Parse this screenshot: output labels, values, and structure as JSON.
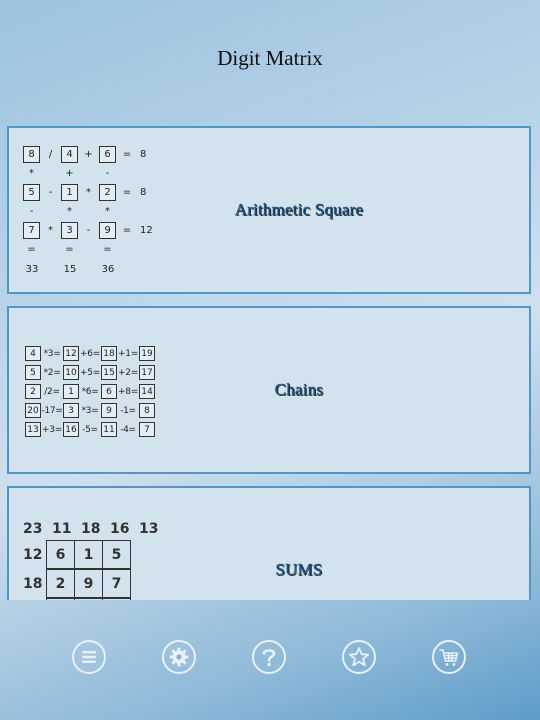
{
  "app": {
    "title": "Digit Matrix"
  },
  "games": [
    {
      "label": "Arithmetic Square",
      "preview": {
        "rows": [
          {
            "cells": [
              "8",
              "4",
              "6"
            ],
            "ops": [
              "/",
              "+"
            ],
            "result": "8"
          },
          {
            "cells": [
              "5",
              "1",
              "2"
            ],
            "ops": [
              "-",
              "*"
            ],
            "result": "8"
          },
          {
            "cells": [
              "7",
              "3",
              "9"
            ],
            "ops": [
              "*",
              "-"
            ],
            "result": "12"
          }
        ],
        "col_ops": [
          [
            "*",
            "+",
            "-"
          ],
          [
            "-",
            "*",
            "*"
          ]
        ],
        "equals_sign": "=",
        "col_results": [
          "33",
          "15",
          "36"
        ]
      }
    },
    {
      "label": "Chains",
      "preview": {
        "rows": [
          {
            "start": "4",
            "steps": [
              {
                "op": "*3=",
                "value": "12"
              },
              {
                "op": "+6=",
                "value": "18"
              },
              {
                "op": "+1=",
                "value": "19"
              }
            ]
          },
          {
            "start": "5",
            "steps": [
              {
                "op": "*2=",
                "value": "10"
              },
              {
                "op": "+5=",
                "value": "15"
              },
              {
                "op": "+2=",
                "value": "17"
              }
            ]
          },
          {
            "start": "2",
            "steps": [
              {
                "op": "/2=",
                "value": "1"
              },
              {
                "op": "*6=",
                "value": "6"
              },
              {
                "op": "+8=",
                "value": "14"
              }
            ]
          },
          {
            "start": "20",
            "steps": [
              {
                "op": "-17=",
                "value": "3"
              },
              {
                "op": "*3=",
                "value": "9"
              },
              {
                "op": "-1=",
                "value": "8"
              }
            ]
          },
          {
            "start": "13",
            "steps": [
              {
                "op": "+3=",
                "value": "16"
              },
              {
                "op": "-5=",
                "value": "11"
              },
              {
                "op": "-4=",
                "value": "7"
              }
            ]
          }
        ]
      }
    },
    {
      "label": "SUMS",
      "preview": {
        "top_sums": [
          "23",
          "11",
          "18",
          "16",
          "13"
        ],
        "rows": [
          {
            "sum": "12",
            "cells": [
              "6",
              "1",
              "5"
            ]
          },
          {
            "sum": "18",
            "cells": [
              "2",
              "9",
              "7"
            ]
          }
        ]
      }
    }
  ],
  "toolbar": {
    "buttons": [
      {
        "icon": "menu-icon"
      },
      {
        "icon": "gear-icon"
      },
      {
        "icon": "help-icon"
      },
      {
        "icon": "star-icon"
      },
      {
        "icon": "cart-icon"
      }
    ],
    "color": "#e8f1f8"
  }
}
